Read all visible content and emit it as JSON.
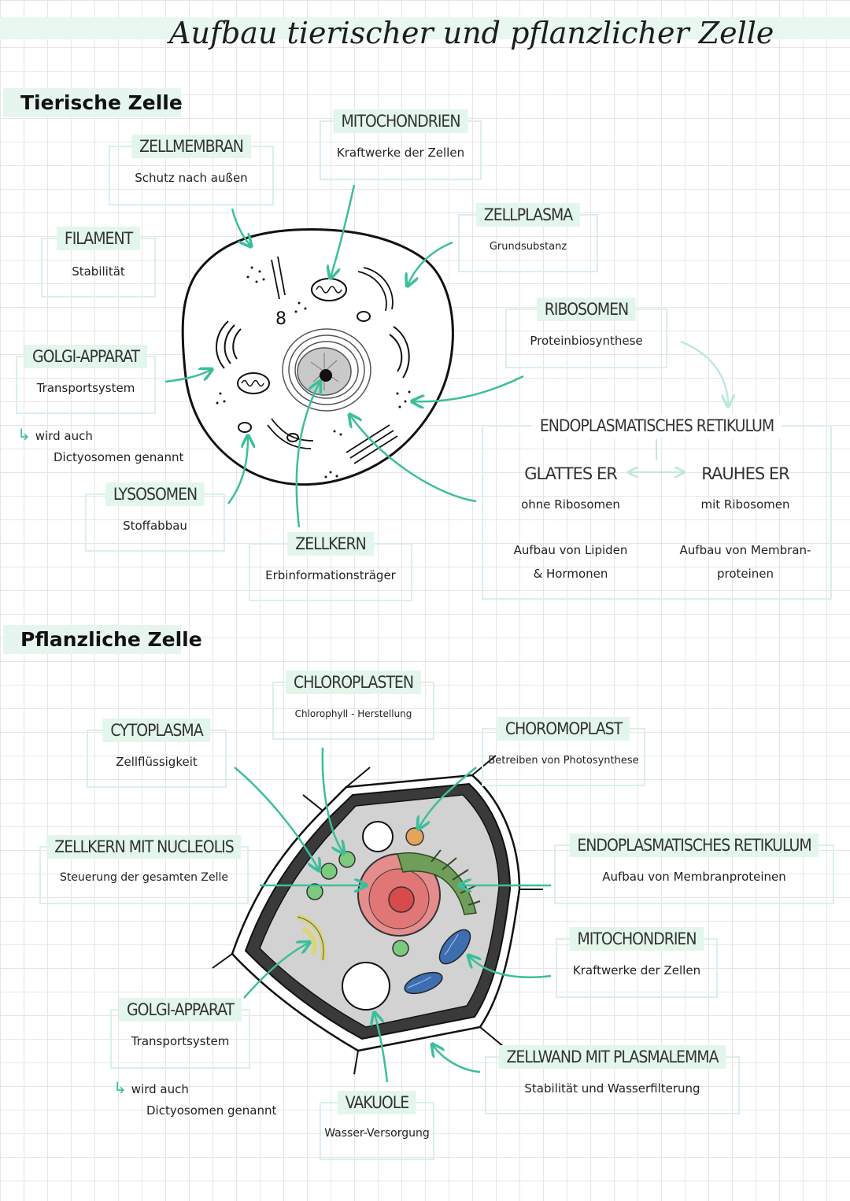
{
  "title": "Aufbau tierischer und pflanzlicher Zelle",
  "colors": {
    "accent": "#3bbf9b",
    "highlight": "#e3f6ec",
    "grid": "#e6e6e6"
  },
  "animal": {
    "heading": "Tierische Zelle",
    "zellmembran": {
      "label": "ZELLMEMBRAN",
      "desc": "Schutz nach außen"
    },
    "mitochondrien": {
      "label": "MITOCHONDRIEN",
      "desc": "Kraftwerke der Zellen"
    },
    "zellplasma": {
      "label": "ZELLPLASMA",
      "desc": "Grundsubstanz"
    },
    "filament": {
      "label": "FILAMENT",
      "desc": "Stabilität"
    },
    "ribosomen": {
      "label": "RIBOSOMEN",
      "desc": "Proteinbiosynthese"
    },
    "golgi": {
      "label": "GOLGI-APPARAT",
      "desc": "Transportsystem",
      "note1": "wird auch",
      "note2": "Dictyosomen genannt"
    },
    "er": {
      "label": "ENDOPLASMATISCHES RETIKULUM",
      "smooth": {
        "label": "GLATTES ER",
        "desc": "ohne Ribosomen",
        "func1": "Aufbau von Lipiden",
        "func2": "& Hormonen"
      },
      "rough": {
        "label": "RAUHES ER",
        "desc": "mit Ribosomen",
        "func1": "Aufbau von Membran-",
        "func2": "proteinen"
      }
    },
    "lysosomen": {
      "label": "LYSOSOMEN",
      "desc": "Stoffabbau"
    },
    "zellkern": {
      "label": "ZELLKERN",
      "desc": "Erbinformationsträger"
    }
  },
  "plant": {
    "heading": "Pflanzliche Zelle",
    "chloroplasten": {
      "label": "CHLOROPLASTEN",
      "desc": "Chlorophyll - Herstellung"
    },
    "cytoplasma": {
      "label": "CYTOPLASMA",
      "desc": "Zellflüssigkeit"
    },
    "chromoplast": {
      "label": "CHOROMOPLAST",
      "desc": "Betreiben von Photosynthese"
    },
    "zellkern": {
      "label": "ZELLKERN MIT NUCLEOLIS",
      "desc": "Steuerung der gesamten Zelle"
    },
    "er": {
      "label": "ENDOPLASMATISCHES RETIKULUM",
      "desc": "Aufbau von Membranproteinen"
    },
    "mitochondrien": {
      "label": "MITOCHONDRIEN",
      "desc": "Kraftwerke der Zellen"
    },
    "golgi": {
      "label": "GOLGI-APPARAT",
      "desc": "Transportsystem",
      "note1": "wird auch",
      "note2": "Dictyosomen genannt"
    },
    "zellwand": {
      "label": "ZELLWAND MIT PLASMALEMMA",
      "desc": "Stabilität und Wasserfilterung"
    },
    "vakuole": {
      "label": "VAKUOLE",
      "desc": "Wasser-Versorgung"
    }
  }
}
